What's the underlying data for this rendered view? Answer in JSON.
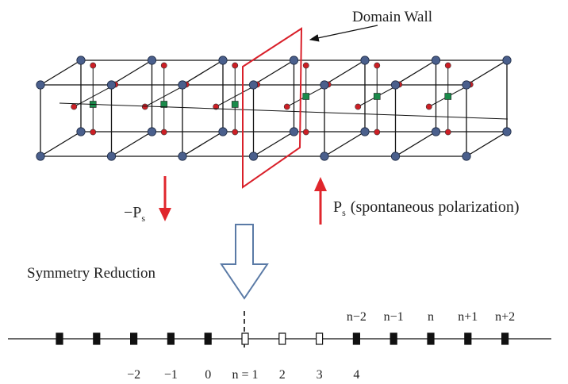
{
  "labels": {
    "domain_wall": "Domain Wall",
    "neg_ps_main": "−P",
    "neg_ps_sub": "s",
    "ps_main": "P",
    "ps_sub": "s",
    "ps_desc": "(spontaneous polarization)",
    "symmetry_reduction": "Symmetry Reduction"
  },
  "chain": {
    "sites": [
      {
        "above": "",
        "below": "",
        "filled": true
      },
      {
        "above": "",
        "below": "",
        "filled": true
      },
      {
        "above": "",
        "below": "−2",
        "filled": true
      },
      {
        "above": "",
        "below": "−1",
        "filled": true
      },
      {
        "above": "",
        "below": "0",
        "filled": true
      },
      {
        "above": "",
        "below": "n = 1",
        "filled": false
      },
      {
        "above": "",
        "below": "2",
        "filled": false
      },
      {
        "above": "",
        "below": "3",
        "filled": false
      },
      {
        "above": "n−2",
        "below": "4",
        "filled": true
      },
      {
        "above": "n−1",
        "below": "",
        "filled": true
      },
      {
        "above": "n",
        "below": "",
        "filled": true
      },
      {
        "above": "n+1",
        "below": "",
        "filled": true
      },
      {
        "above": "n+2",
        "below": "",
        "filled": true
      }
    ]
  },
  "colors": {
    "line": "#111111",
    "blue_atom": "#4a5f8c",
    "red_atom": "#cc1f25",
    "green_atom": "#1a8a4a",
    "wall": "#d9202a",
    "arrow_red": "#e0262c",
    "hollow_arrow": "#5a7aa6"
  }
}
